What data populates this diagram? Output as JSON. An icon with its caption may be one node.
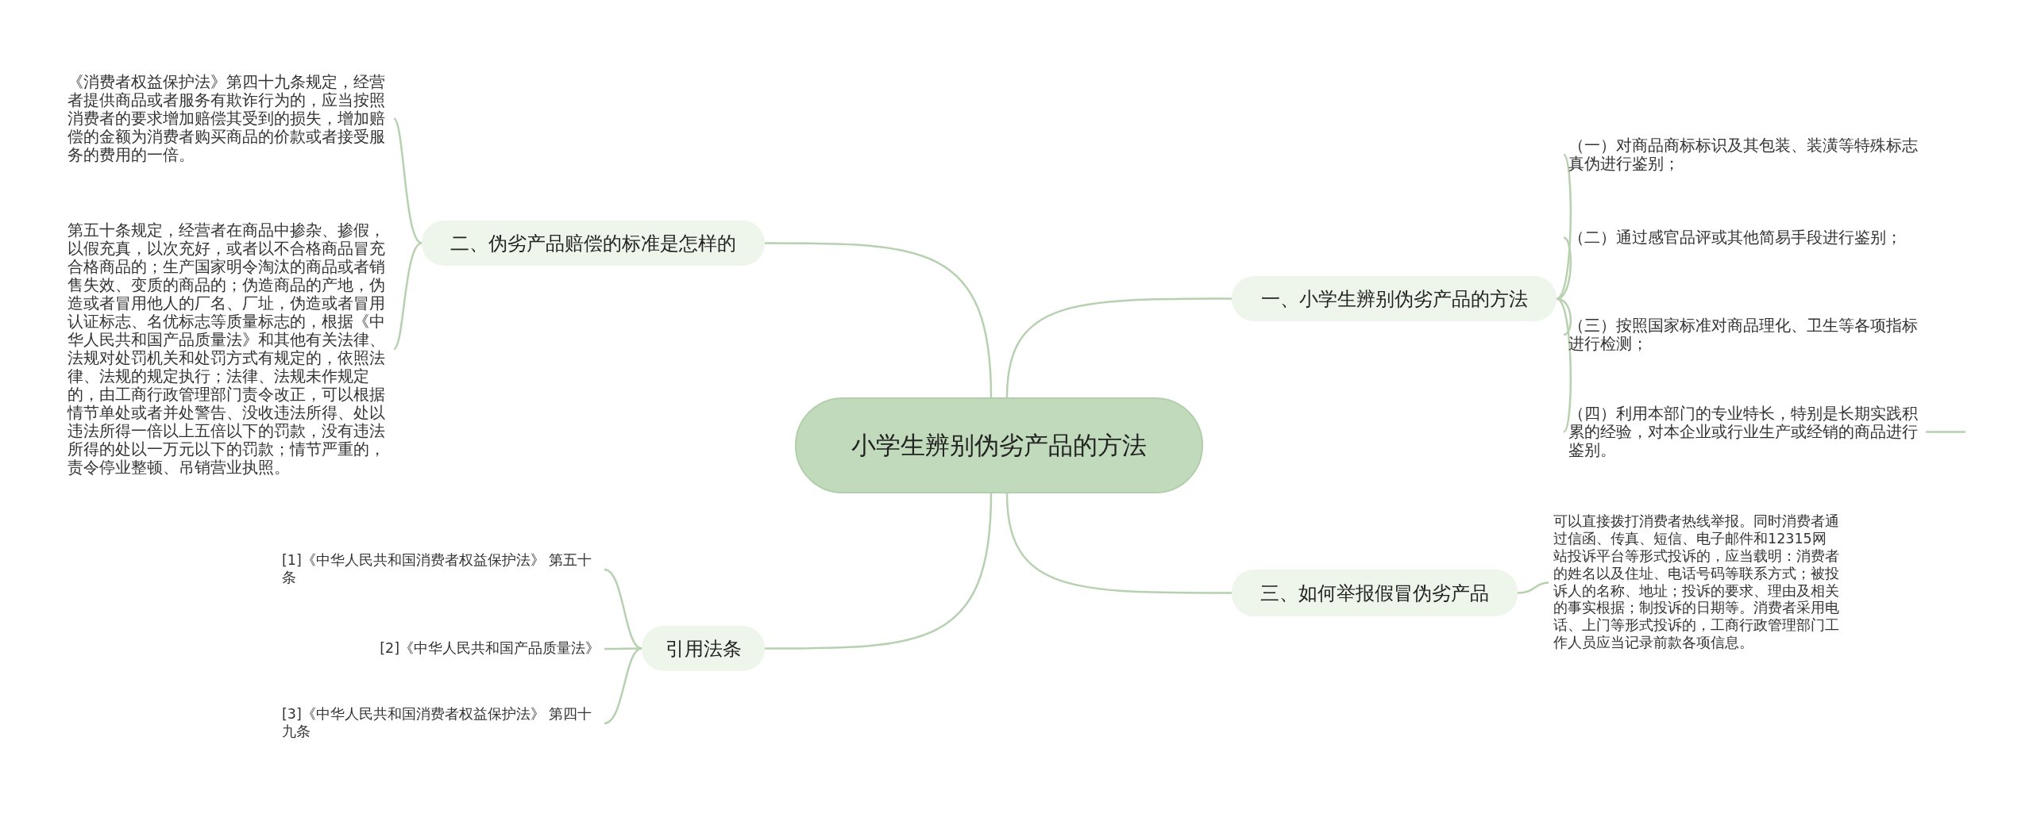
{
  "diagram": {
    "nodes": [
      {
        "text": [
          "小学生辨别伪劣产品的方法"
        ]
      },
      {
        "text": [
          "一、小学生辨别伪劣产品的方法"
        ]
      },
      {
        "text": [
          "（一）对商品商标标识及其包装、装潢等特殊标志真伪进行鉴别；"
        ]
      },
      {
        "text": [
          "（二）通过感官品评或其他简易手段进行鉴别；"
        ]
      },
      {
        "text": [
          "（三）按照国家标准对商品理化、卫生等各项指标进行检测；"
        ]
      },
      {
        "text": [
          "（四）利用本部门的专业特长，特别是长期实践积累的经验，对本企业或行业生产或经销的商品进行鉴别。"
        ]
      },
      {
        "text": [
          "二、伪劣产品赔偿的标准是怎样的"
        ]
      },
      {
        "text": [
          "《消费者权益保护法》第四十九条规定，经营者提供商品或者服务有欺诈行为的，应当按照消费者的要求增加赔偿其受到的损失，增加赔偿的金额为消费者购买商品的价款或者接受服务的费用的一倍。"
        ]
      },
      {
        "text": [
          "第五十条规定，经营者在商品中掺杂、掺假，以假充真，以次充好，或者以不合格商品冒充合格商品的；生产国家明令淘汰的商品或者销售失效、变质的商品的；伪造商品的产地，伪造或者冒用他人的厂名、厂址，伪造或者冒用认证标志、名优标志等质量标志的，根据《中华人民共和国产品质量法》和其他有关法律、法规对处罚机关和处罚方式有规定的，依照法律、法规的规定执行；法律、法规未作规定的，由工商行政管理部门责令改正，可以根据情节单处或者并处警告、没收违法所得、处以违法所得一倍以上五倍以下的罚款，没有违法所得的处以一万元以下的罚款；情节严重的，责令停业整顿、吊销营业执照。"
        ]
      },
      {
        "text": [
          "三、如何举报假冒伪劣产品"
        ]
      },
      {
        "text": [
          "可以直接拨打消费者热线举报。同时消费者通过信函、传真、短信、电子邮件和12315网站投诉平台等形式投诉的，应当载明：消费者的姓名以及住址、电话号码等联系方式；被投诉人的名称、地址；投诉的要求、理由及相关的事实根据；制投诉的日期等。消费者采用电话、上门等形式投诉的，工商行政管理部门工作人员应当记录前款各项信息。"
        ]
      },
      {
        "text": [
          "引用法条"
        ]
      },
      {
        "text": [
          "[1]《中华人民共和国消费者权益保护法》 第五十条"
        ]
      },
      {
        "text": [
          "[2]《中华人民共和国产品质量法》"
        ]
      },
      {
        "text": [
          "[3]《中华人民共和国消费者权益保护法》 第四十九条"
        ]
      }
    ],
    "edges": [
      {
        "from": 0,
        "to": 1,
        "arrow": "none"
      },
      {
        "from": 1,
        "to": 2,
        "arrow": "none"
      },
      {
        "from": 1,
        "to": 3,
        "arrow": "none"
      },
      {
        "from": 1,
        "to": 4,
        "arrow": "none"
      },
      {
        "from": 1,
        "to": 5,
        "arrow": "none"
      },
      {
        "from": 5,
        "to": null,
        "arrow": "none"
      },
      {
        "from": 0,
        "to": 6,
        "arrow": "none"
      },
      {
        "from": 6,
        "to": 7,
        "arrow": "none"
      },
      {
        "from": 6,
        "to": 8,
        "arrow": "none"
      },
      {
        "from": 0,
        "to": 9,
        "arrow": "none"
      },
      {
        "from": 9,
        "to": 10,
        "arrow": "none"
      },
      {
        "from": 0,
        "to": 11,
        "arrow": "none"
      },
      {
        "from": 11,
        "to": 12,
        "arrow": "none"
      },
      {
        "from": 11,
        "to": 13,
        "arrow": "none"
      },
      {
        "from": 11,
        "to": 14,
        "arrow": "none"
      }
    ]
  }
}
